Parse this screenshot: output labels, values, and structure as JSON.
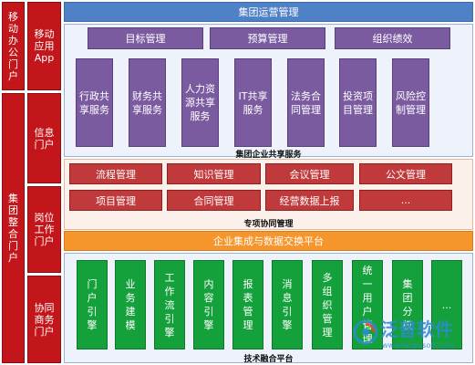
{
  "left_column": {
    "mobile_office_portal": "移动办公门户",
    "group_integrated_portal": "集团整合门户"
  },
  "portals": {
    "mobile_app": "移动应用App",
    "info_portal": "信息门户",
    "work_portal": "岗位工作门户",
    "business_portal": "协同商务门户"
  },
  "top_banner": "集团运营管理",
  "management_row": [
    "目标管理",
    "预算管理",
    "组织绩效"
  ],
  "shared_services": [
    "行政共享服务",
    "财务共享服务",
    "人力资源共享服务",
    "IT共享服务",
    "法务合同管理",
    "投资项目管理",
    "风险控制管理"
  ],
  "shared_services_caption": "集团企业共享服务",
  "collab_row1": [
    "流程管理",
    "知识管理",
    "会议管理",
    "公文管理"
  ],
  "collab_row2": [
    "项目管理",
    "合同管理",
    "经营数据上报",
    "..."
  ],
  "collab_caption": "专项协同管理",
  "integration_banner": "企业集成与数据交换平台",
  "tech_items": [
    "门户引擎",
    "业务建模",
    "工作流引擎",
    "内容引擎",
    "报表管理",
    "消息引擎",
    "多组织管理",
    "统一用户管理",
    "集团分权",
    "..."
  ],
  "tech_caption": "技术融合平台",
  "watermark": {
    "brand": "泛普软件",
    "url": "www.fanpusoft.com"
  },
  "colors": {
    "red": "#c3161b",
    "blue": "#4f81c7",
    "purple": "#7b5ba0",
    "orange": "#f5952b",
    "green": "#14a13b"
  }
}
